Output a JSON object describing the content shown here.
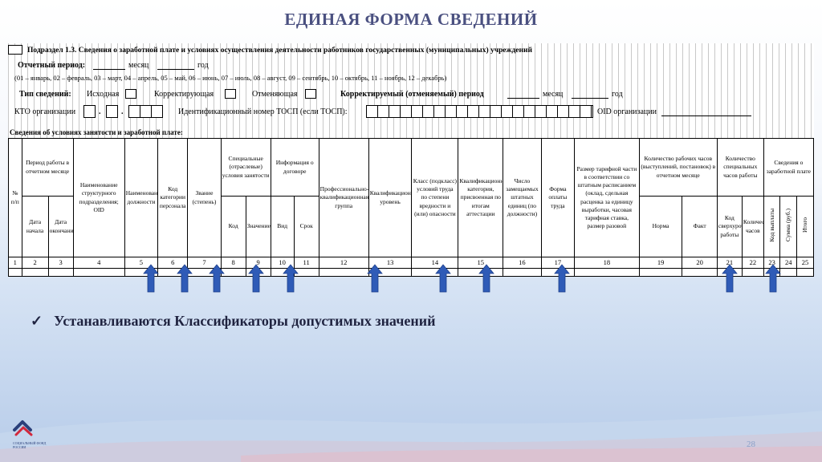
{
  "slide": {
    "title": "ЕДИНАЯ ФОРМА СВЕДЕНИЙ",
    "bullet": "Устанавливаются Классификаторы допустимых значений",
    "page_number": "28",
    "logo": {
      "icon": "sfr-logo-icon",
      "line1": "СОЦИАЛЬНЫЙ ФОНД",
      "line2": "РОССИИ"
    }
  },
  "form": {
    "subsection": "Подраздел 1.3.  Сведения о заработной плате и условиях осуществления деятельности работников государственных (муниципальных) учреждений",
    "period": {
      "label": "Отчетный период:",
      "month": "месяц",
      "year": "год",
      "hint": "(01 – январь, 02 – февраль, 03 – март, 04 – апрель, 05 – май, 06 – июнь, 07 – июль, 08 – август, 09 – сентябрь, 10 – октябрь, 11 – ноябрь, 12 – декабрь)"
    },
    "type": {
      "label": "Тип сведений:",
      "initial": "Исходная",
      "corrective": "Корректирующая",
      "cancel": "Отменяющая",
      "corrected_period": "Корректируемый (отменяемый) период",
      "month": "месяц",
      "year": "год"
    },
    "org": {
      "kto": "КТО организации",
      "tosp": "Идентификационный номер ТОСП (если ТОСП):",
      "oid": "OID организации"
    },
    "table_caption": "Сведения об условиях занятости и заработной плате:",
    "headers": {
      "num": "№ п/п",
      "period_group": "Период работы в отчетном месяце",
      "date_start": "Дата начала",
      "date_end": "Дата окончания",
      "struct": "Наименование структурного подразделения; OID",
      "position": "Наименование должности",
      "category": "Код категории персонала",
      "rank": "Звание (степень)",
      "special_group": "Специальные (отраслевые) условия занятости",
      "code": "Код",
      "value": "Значение",
      "contract_group": "Информация о договоре",
      "kind": "Вид",
      "term": "Срок",
      "prof_group": "Профессионально-квалификационная группа",
      "qual_level": "Квалификационный уровень",
      "class": "Класс (подкласс) условий труда по степени вредности и (или) опасности",
      "qual_cat": "Квалификационная категория, присвоенная по итогам аттестации",
      "staff_units": "Число замещаемых штатных единиц (по должности)",
      "pay_form": "Форма оплаты труда",
      "tariff": "Размер тарифной части в соответствии со штатным расписанием (оклад, сдельная расценка за единицу выработки, часовая тарифная ставка, размер разовой",
      "hours_group": "Количество рабочих часов (выступлений, постановок) в отчетном месяце",
      "norm": "Норма",
      "fact": "Факт",
      "special_hours_group": "Количество специальных часов работы",
      "overtime_code": "Код сверхурочной работы",
      "hours_count": "Количество часов",
      "salary_group": "Сведения о заработной плате",
      "pay_code": "Код выплаты",
      "sum": "Сумма (руб.)",
      "total": "Итого"
    },
    "column_numbers": [
      "1",
      "2",
      "3",
      "4",
      "5",
      "6",
      "7",
      "8",
      "9",
      "10",
      "11",
      "12",
      "13",
      "14",
      "15",
      "16",
      "17",
      "18",
      "19",
      "20",
      "21",
      "22",
      "23",
      "24",
      "25"
    ]
  },
  "arrows": {
    "color": "#2f5bb7",
    "icon": "arrow-up-icon"
  }
}
